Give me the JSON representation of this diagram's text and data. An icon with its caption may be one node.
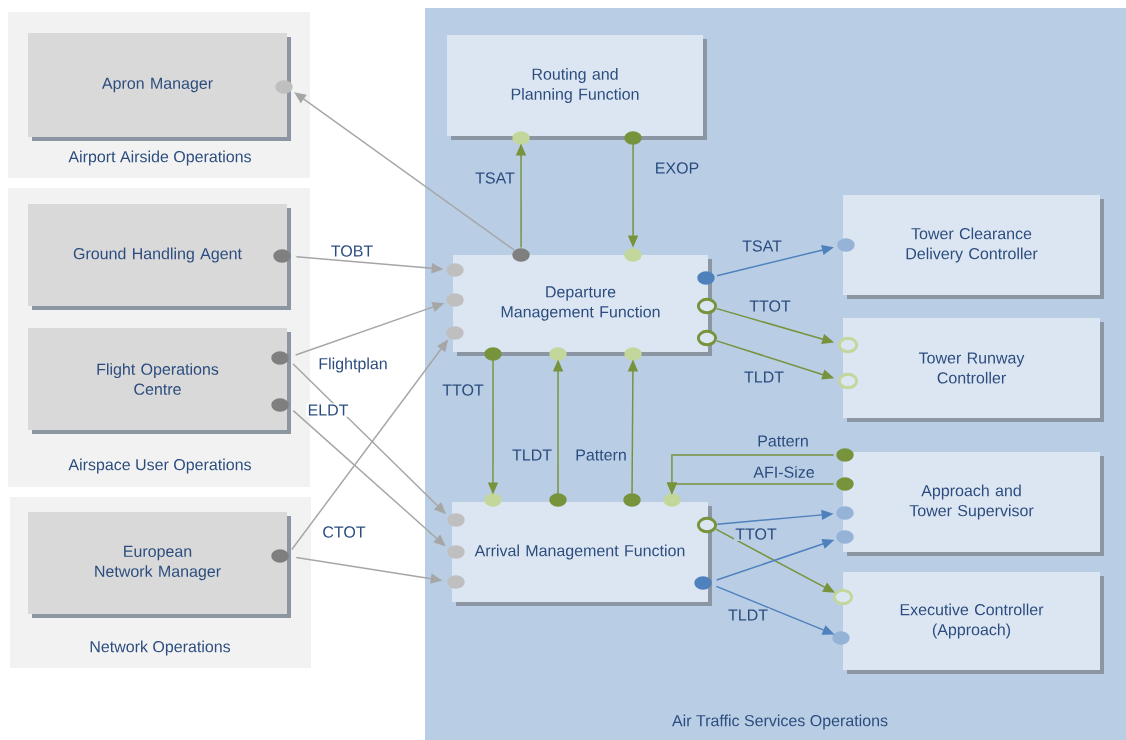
{
  "diagram": {
    "nodes": [
      {
        "text": [
          "Airport Airside Operations"
        ]
      },
      {
        "text": [
          "Apron Manager"
        ],
        "in": 0
      },
      {
        "text": [
          "Airspace User Operations"
        ]
      },
      {
        "text": [
          "Ground Handling Agent"
        ],
        "in": 2
      },
      {
        "text": [
          "Flight Operations Centre"
        ],
        "in": 2
      },
      {
        "text": [
          "Network Operations"
        ]
      },
      {
        "text": [
          "European Network Manager"
        ],
        "in": 5
      },
      {
        "text": [
          "Air Traffic Services Operations"
        ]
      },
      {
        "text": [
          "Routing and Planning Function"
        ],
        "in": 7
      },
      {
        "text": [
          "Departure Management Function"
        ],
        "in": 7
      },
      {
        "text": [
          "Tower Clearance Delivery Controller"
        ],
        "in": 7
      },
      {
        "text": [
          "Tower Runway Controller"
        ],
        "in": 7
      },
      {
        "text": [
          "Arrival Management Function"
        ],
        "in": 7
      },
      {
        "text": [
          "Approach and Tower Supervisor"
        ],
        "in": 7
      },
      {
        "text": [
          "Executive Controller (Approach)"
        ],
        "in": 7
      }
    ],
    "edges": [
      {
        "from": 9,
        "to": 1,
        "arrow": "to",
        "color": "#a6a6a6"
      },
      {
        "from": 9,
        "to": 8,
        "arrow": "to",
        "label": "TSAT"
      },
      {
        "from": 8,
        "to": 9,
        "arrow": "to",
        "label": "EXOP"
      },
      {
        "from": 3,
        "to": 9,
        "arrow": "to",
        "label": "TOBT",
        "color": "#a6a6a6"
      },
      {
        "from": 4,
        "to": 9,
        "arrow": "to",
        "label": "Flightplan",
        "color": "#a6a6a6"
      },
      {
        "from": 4,
        "to": 12,
        "arrow": "to",
        "color": "#a6a6a6"
      },
      {
        "from": 4,
        "to": 12,
        "arrow": "to",
        "label": "ELDT",
        "color": "#a6a6a6"
      },
      {
        "from": 6,
        "to": 9,
        "arrow": "to",
        "color": "#a6a6a6"
      },
      {
        "from": 6,
        "to": 12,
        "arrow": "to",
        "label": "CTOT",
        "color": "#a6a6a6"
      },
      {
        "from": 9,
        "to": 12,
        "arrow": "to",
        "label": "TTOT"
      },
      {
        "from": 12,
        "to": 9,
        "arrow": "to",
        "label": "TLDT"
      },
      {
        "from": 12,
        "to": 9,
        "arrow": "to",
        "label": "Pattern"
      },
      {
        "from": 13,
        "to": 12,
        "arrow": "to",
        "label": "Pattern"
      },
      {
        "from": 13,
        "to": 12,
        "arrow": "to",
        "label": "AFI-Size"
      },
      {
        "from": 9,
        "to": 10,
        "arrow": "to",
        "label": "TSAT",
        "color": "#4f81bd"
      },
      {
        "from": 9,
        "to": 11,
        "arrow": "to",
        "label": "TTOT"
      },
      {
        "from": 9,
        "to": 11,
        "arrow": "to",
        "label": "TLDT"
      },
      {
        "from": 12,
        "to": 13,
        "arrow": "to",
        "label": "TTOT",
        "color": "#4f81bd"
      },
      {
        "from": 12,
        "to": 14,
        "arrow": "to"
      },
      {
        "from": 12,
        "to": 13,
        "arrow": "to",
        "color": "#4f81bd"
      },
      {
        "from": 12,
        "to": 14,
        "arrow": "to",
        "label": "TLDT",
        "color": "#4f81bd"
      }
    ]
  }
}
